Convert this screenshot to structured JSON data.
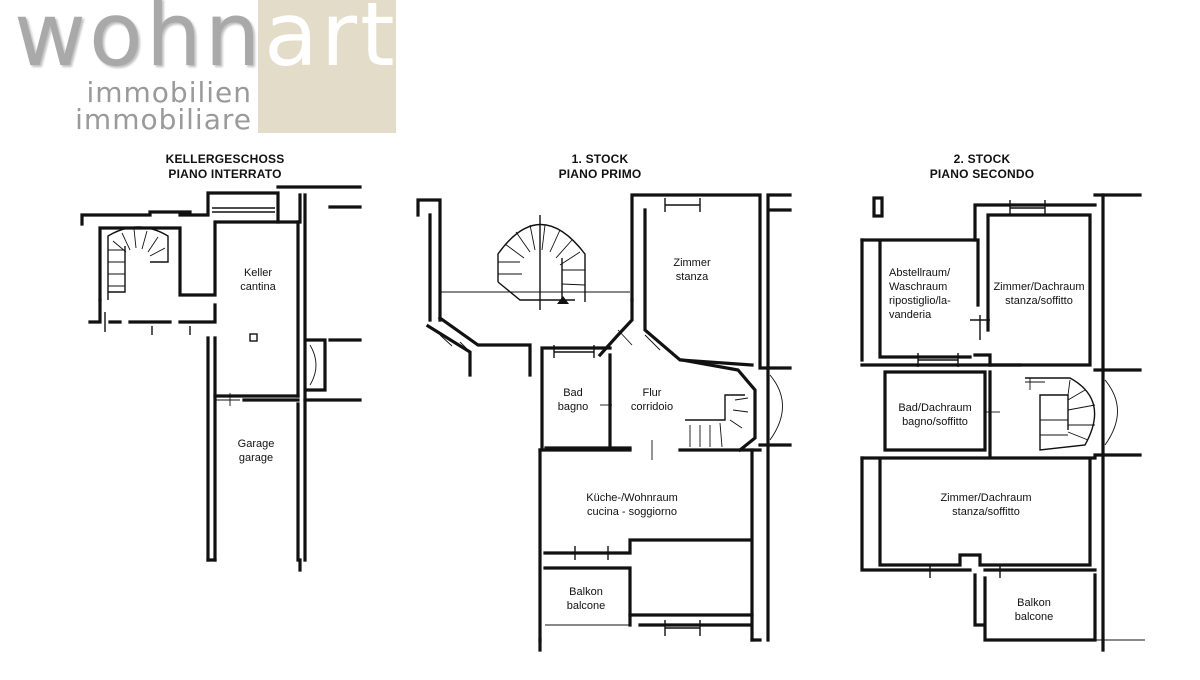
{
  "logo": {
    "word_left": "wohn",
    "word_right": "art",
    "line1": "immobilien",
    "line2": "immobiliare",
    "colors": {
      "grey": "#a9a9a9",
      "beige": "#e3dcc8",
      "white": "#ffffff"
    }
  },
  "floors": [
    {
      "title_de": "KELLERGESCHOSS",
      "title_it": "PIANO INTERRATO",
      "rooms": [
        {
          "de": "Keller",
          "it": "cantina"
        },
        {
          "de": "Garage",
          "it": "garage"
        }
      ]
    },
    {
      "title_de": "1. STOCK",
      "title_it": "PIANO PRIMO",
      "rooms": [
        {
          "de": "Zimmer",
          "it": "stanza"
        },
        {
          "de": "Bad",
          "it": "bagno"
        },
        {
          "de": "Flur",
          "it": "corridoio"
        },
        {
          "de": "Küche-/Wohnraum",
          "it": "cucina - soggiorno"
        },
        {
          "de": "Balkon",
          "it": "balcone"
        }
      ]
    },
    {
      "title_de": "2. STOCK",
      "title_it": "PIANO SECONDO",
      "rooms": [
        {
          "de": "Abstellraum/",
          "de2": "Waschraum",
          "it": "ripostiglio/la-",
          "it2": "vanderia"
        },
        {
          "de": "Zimmer/Dachraum",
          "it": "stanza/soffitto"
        },
        {
          "de": "Bad/Dachraum",
          "it": "bagno/soffitto"
        },
        {
          "de": "Zimmer/Dachraum",
          "it": "stanza/soffitto"
        },
        {
          "de": "Balkon",
          "it": "balcone"
        }
      ]
    }
  ]
}
